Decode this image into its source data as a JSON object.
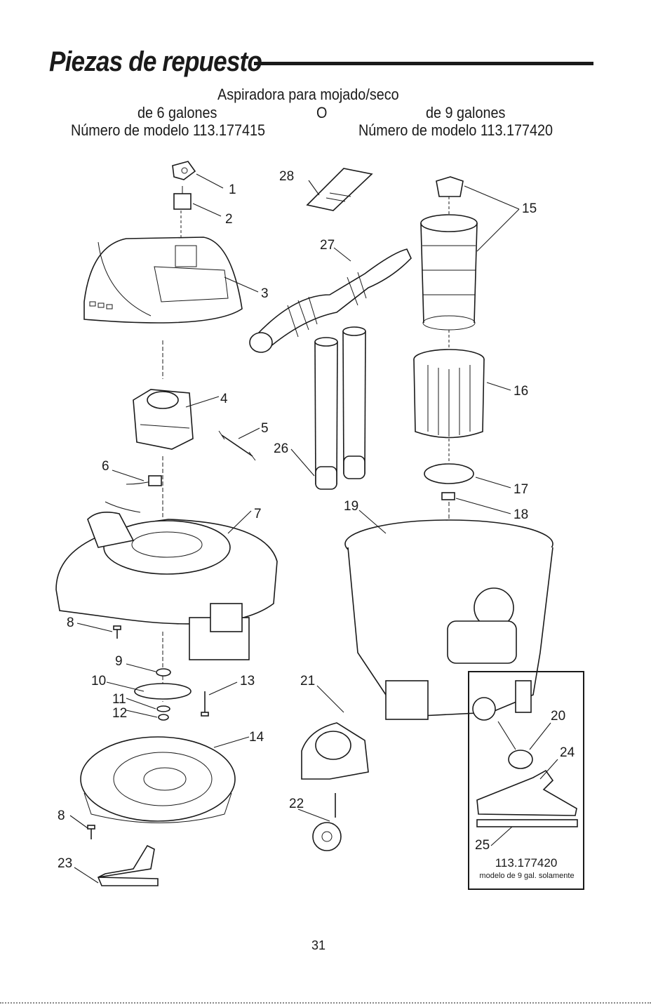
{
  "header": {
    "title": "Piezas de repuesto",
    "product": "Aspiradora para mojado/seco",
    "size_6": "de 6 galones",
    "or": "O",
    "size_9": "de 9 galones",
    "model_6": "Número de modelo 113.177415",
    "model_9": "Número de modelo 113.177420"
  },
  "callouts": [
    "1",
    "2",
    "3",
    "4",
    "5",
    "6",
    "7",
    "8",
    "9",
    "10",
    "11",
    "12",
    "13",
    "14",
    "15",
    "16",
    "17",
    "18",
    "19",
    "20",
    "21",
    "22",
    "23",
    "24",
    "25",
    "26",
    "27",
    "28"
  ],
  "inset": {
    "model": "113.177420",
    "note": "modelo de 9 gal. solamente"
  },
  "footer": {
    "page_number": "31"
  }
}
